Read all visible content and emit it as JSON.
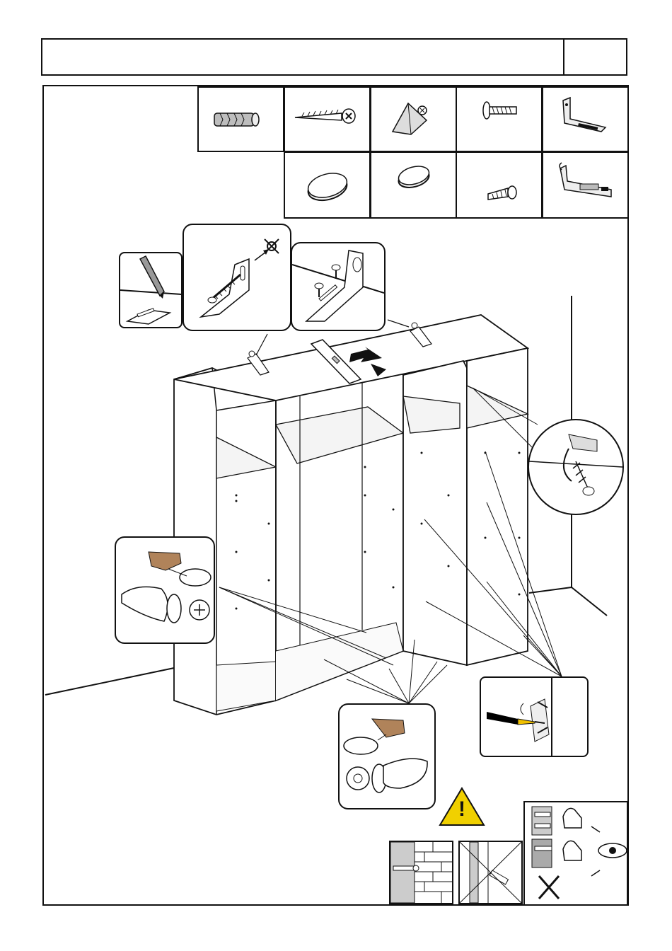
{
  "header": {
    "title": "",
    "step": ""
  },
  "parts": [
    {
      "id": "p1",
      "icon": "wall-plug-icon",
      "label": ""
    },
    {
      "id": "p2",
      "icon": "wood-screw-icon",
      "label": ""
    },
    {
      "id": "p3",
      "icon": "corner-bracket-screw-icon",
      "label": ""
    },
    {
      "id": "p4",
      "icon": "washer-screw-icon",
      "label": ""
    },
    {
      "id": "p5",
      "icon": "angle-bracket-icon",
      "label": ""
    },
    {
      "id": "p6",
      "icon": "large-cover-cap-icon",
      "label": ""
    },
    {
      "id": "p7",
      "icon": "small-cover-cap-icon",
      "label": ""
    },
    {
      "id": "p8",
      "icon": "short-screw-icon",
      "label": ""
    },
    {
      "id": "p9",
      "icon": "wall-fixing-clip-icon",
      "label": ""
    }
  ],
  "warning": {
    "symbol": "!"
  },
  "icons": {
    "check": "thumbs-up-icon",
    "cross": "cross-icon",
    "eye": "eye-icon"
  }
}
